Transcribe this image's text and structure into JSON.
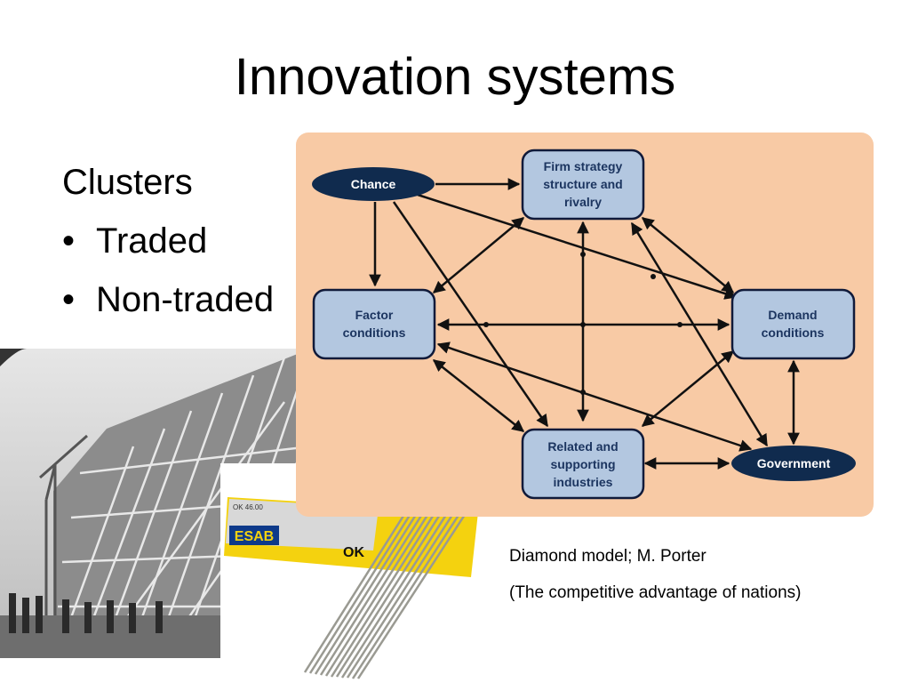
{
  "slide": {
    "title": "Innovation systems"
  },
  "bullets": {
    "heading": "Clusters",
    "items": [
      "Traded",
      "Non-traded"
    ],
    "bullet_glyph": "•"
  },
  "diagram": {
    "background_color": "#f8caa5",
    "box_color": "#b3c7e0",
    "oval_color": "#102b4e",
    "nodes": {
      "firm": [
        "Firm strategy",
        "structure and",
        "rivalry"
      ],
      "factor": [
        "Factor",
        "conditions"
      ],
      "demand": [
        "Demand",
        "conditions"
      ],
      "related": [
        "Related and",
        "supporting",
        "industries"
      ],
      "chance": "Chance",
      "government": "Government"
    }
  },
  "photo_esab": {
    "brand": "ESAB",
    "label": "OK",
    "code": "OK 46.00"
  },
  "captions": {
    "line1": "Diamond model; M. Porter",
    "line2": "(The competitive advantage of nations)"
  }
}
